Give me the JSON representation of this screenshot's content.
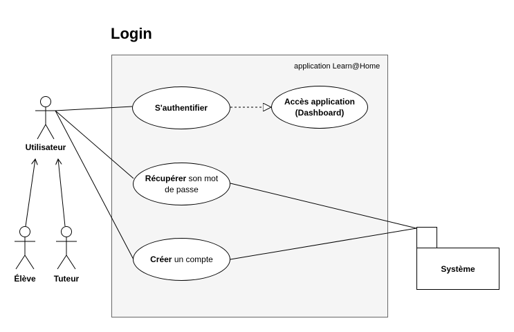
{
  "title": "Login",
  "boundary_label": "application Learn@Home",
  "actors": {
    "user": "Utilisateur",
    "student": "Élève",
    "tutor": "Tuteur"
  },
  "use_cases": {
    "auth": "S'authentifier",
    "access_line1": "Accès application",
    "access_line2": "(Dashboard)",
    "recover_bold": "Récupérer",
    "recover_rest": " son mot",
    "recover_line2": "de passe",
    "create_bold": "Créer",
    "create_rest": " un compte"
  },
  "system_label": "Système"
}
